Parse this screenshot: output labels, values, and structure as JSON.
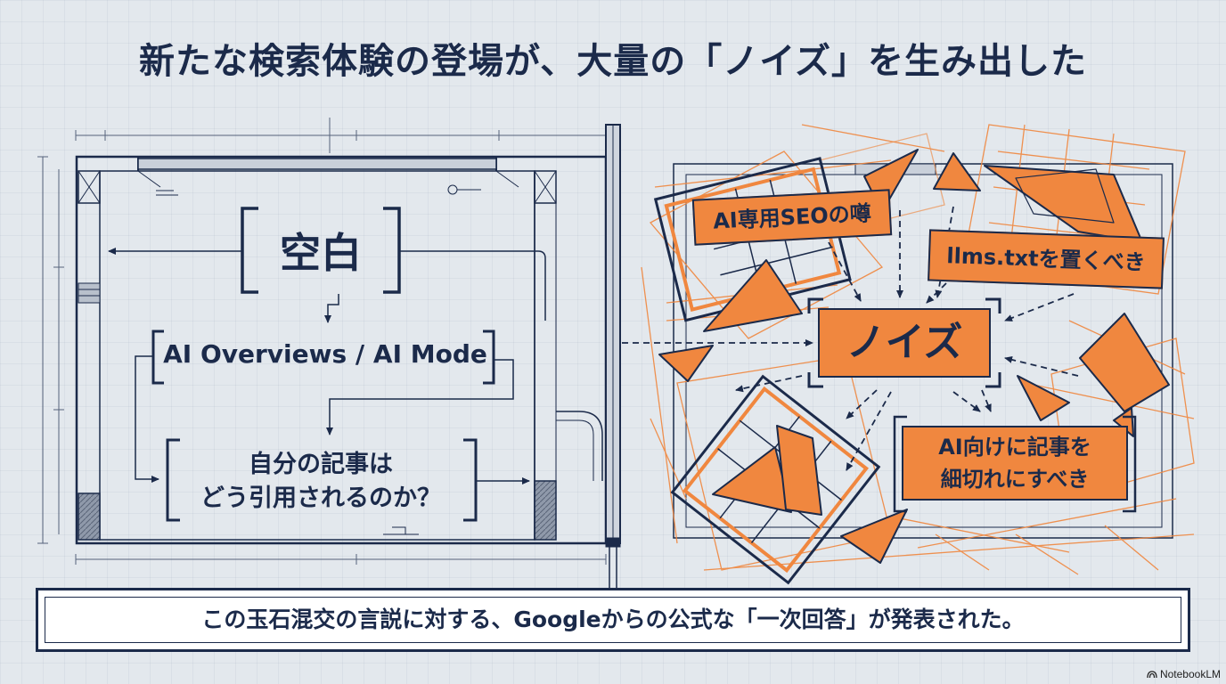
{
  "title": "新たな検索体験の登場が、大量の「ノイズ」を生み出した",
  "left_panel": {
    "blank_label": "空白",
    "ai_label": "AI Overviews / AI Mode",
    "question_line1": "自分の記事は",
    "question_line2": "どう引用されるのか？"
  },
  "right_panel": {
    "noise_label": "ノイズ",
    "rumors": [
      "AI専用SEOの噂",
      "llms.txtを置くべき",
      "AI向けに記事を細切れにすべき"
    ],
    "rumor3_line1": "AI向けに記事を",
    "rumor3_line2": "細切れにすべき"
  },
  "footer_text": "この玉石混交の言説に対する、Googleからの公式な「一次回答」が発表された。",
  "brand": "NotebookLM",
  "colors": {
    "navy": "#1b2a4a",
    "orange": "#f0873f",
    "background": "#e3e8ed"
  }
}
